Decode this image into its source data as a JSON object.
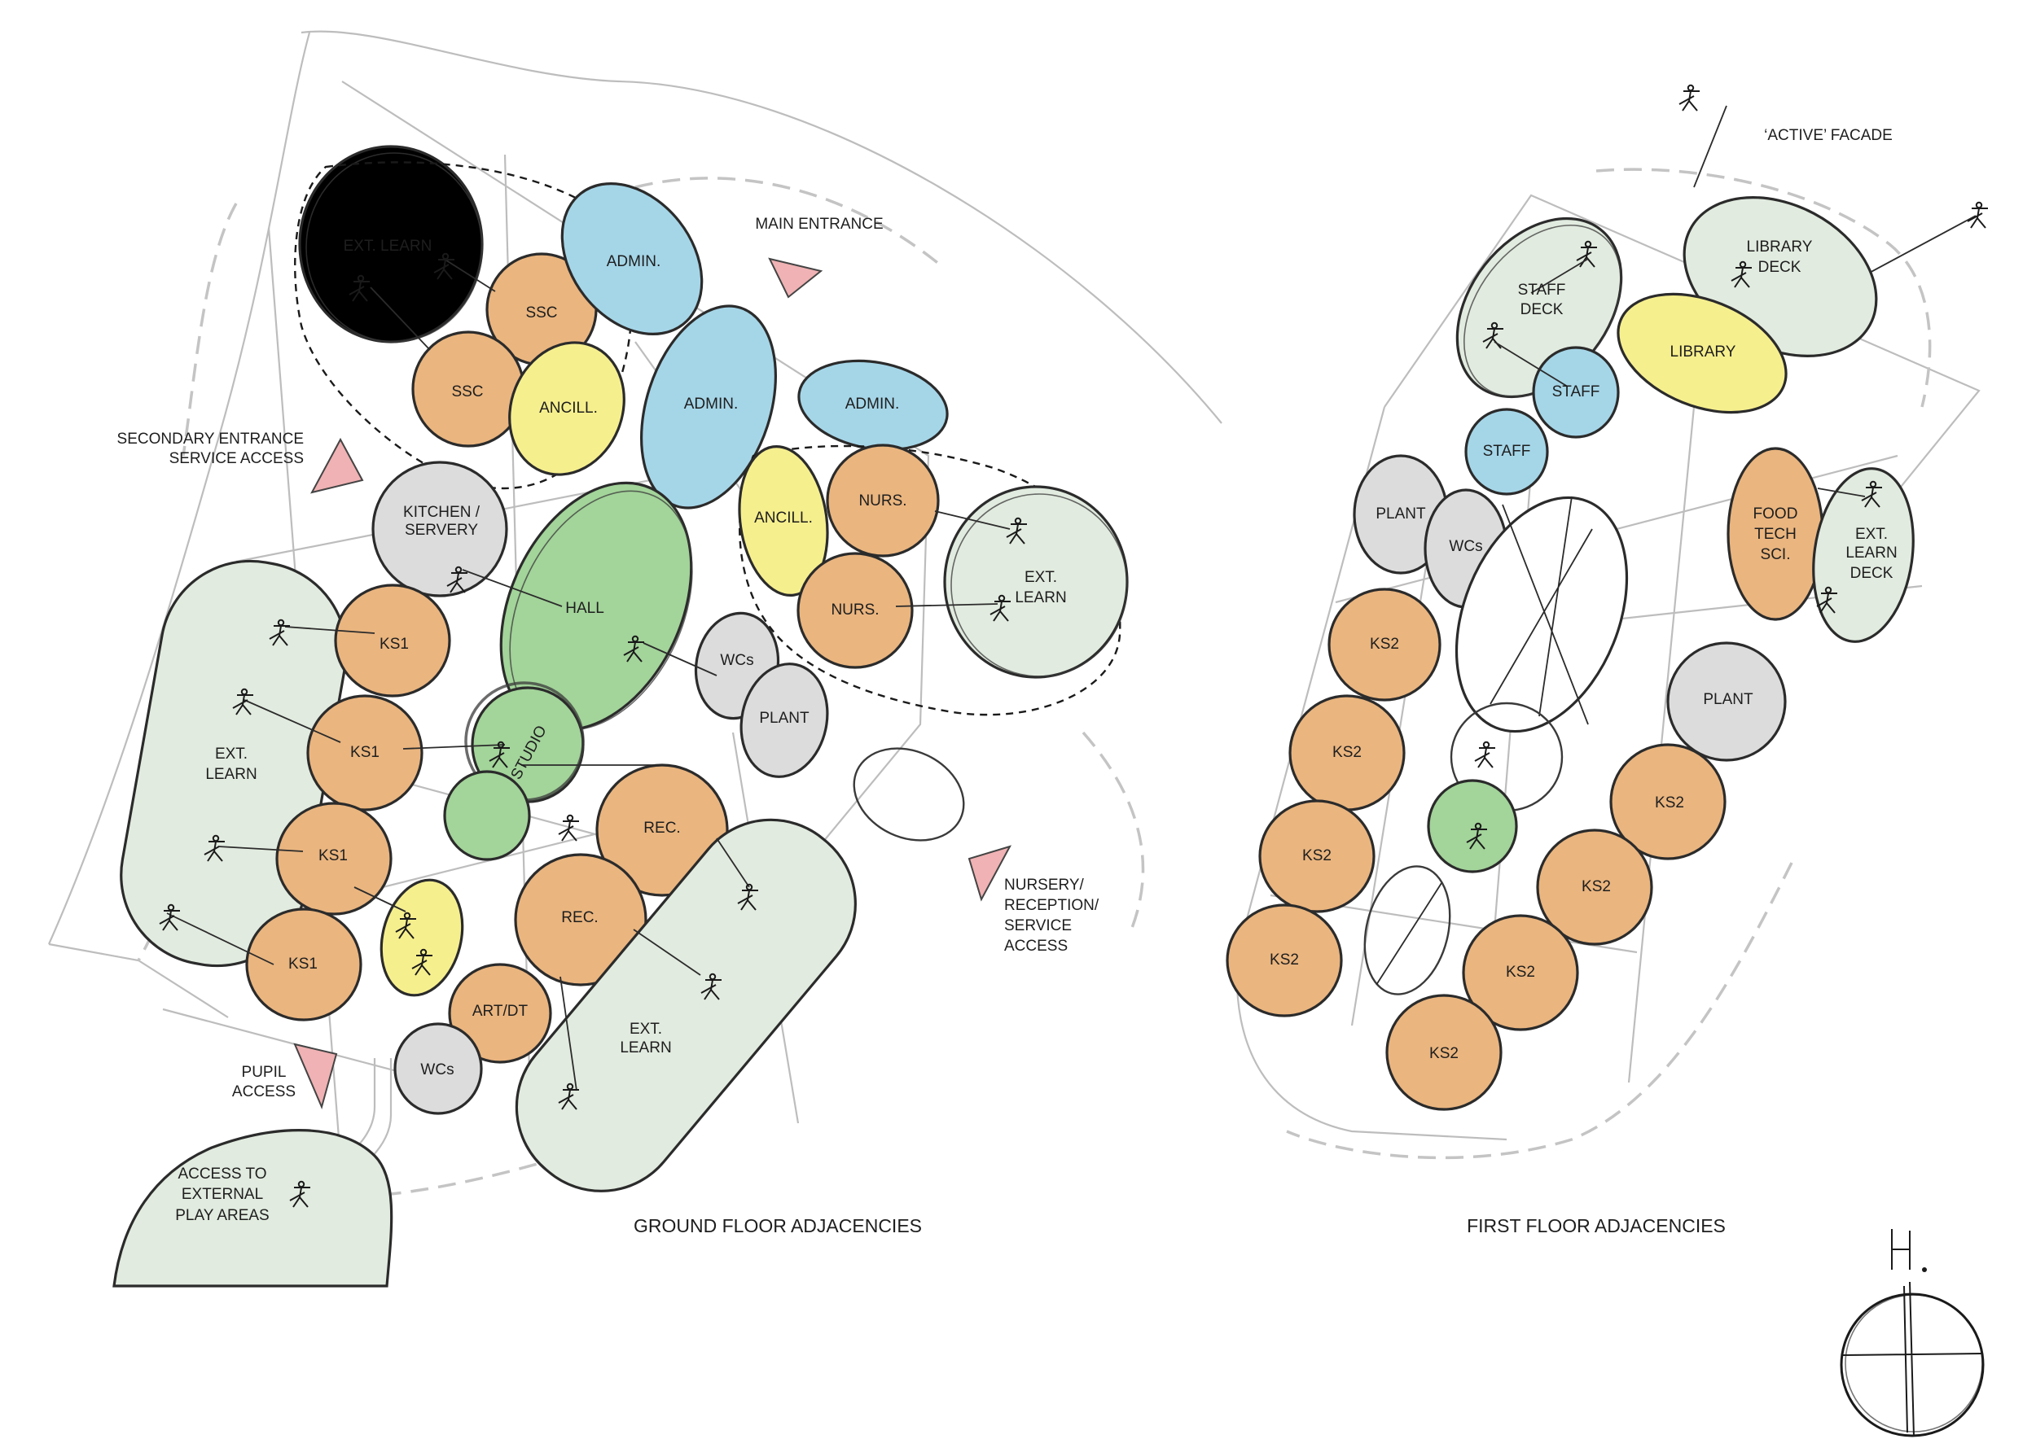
{
  "colors": {
    "teaching": "#eab57f",
    "admin": "#a5d6e8",
    "ancillary": "#f6ef8e",
    "service": "#dcdcdc",
    "hall": "#a3d49a",
    "external": "#e1ebdf",
    "arrow": "#f0b2b4"
  },
  "captions": {
    "ground": "GROUND FLOOR ADJACENCIES",
    "first": "FIRST FLOOR ADJACENCIES"
  },
  "annotations": {
    "main_entrance": "MAIN ENTRANCE",
    "secondary_entrance_1": "SECONDARY ENTRANCE",
    "secondary_entrance_2": "SERVICE ACCESS",
    "pupil_access_1": "PUPIL",
    "pupil_access_2": "ACCESS",
    "nursery_access_1": "NURSERY/",
    "nursery_access_2": "RECEPTION/",
    "nursery_access_3": "SERVICE",
    "nursery_access_4": "ACCESS",
    "active_facade": "‘ACTIVE’ FACADE",
    "play_areas_1": "ACCESS TO",
    "play_areas_2": "EXTERNAL",
    "play_areas_3": "PLAY AREAS"
  },
  "ground_floor": {
    "ext_learn_nw": "EXT. LEARN",
    "ssc_1": "SSC",
    "ssc_2": "SSC",
    "admin_1": "ADMIN.",
    "admin_2": "ADMIN.",
    "admin_3": "ADMIN.",
    "ancill_1": "ANCILL.",
    "ancill_2": "ANCILL.",
    "kitchen_1": "KITCHEN /",
    "kitchen_2": "SERVERY",
    "hall": "HALL",
    "studio": "STUDIO",
    "nurs_1": "NURS.",
    "nurs_2": "NURS.",
    "ext_learn_e_1": "EXT.",
    "ext_learn_e_2": "LEARN",
    "wcs_1": "WCs",
    "plant": "PLANT",
    "ext_learn_w_1": "EXT.",
    "ext_learn_w_2": "LEARN",
    "ks1_1": "KS1",
    "ks1_2": "KS1",
    "ks1_3": "KS1",
    "ks1_4": "KS1",
    "rec_1": "REC.",
    "rec_2": "REC.",
    "art": "ART/DT",
    "wcs_2": "WCs",
    "ext_learn_s_1": "EXT.",
    "ext_learn_s_2": "LEARN"
  },
  "first_floor": {
    "staff_deck_1": "STAFF",
    "staff_deck_2": "DECK",
    "library_deck_1": "LIBRARY",
    "library_deck_2": "DECK",
    "library": "LIBRARY",
    "staff_1": "STAFF",
    "staff_2": "STAFF",
    "plant_1": "PLANT",
    "wcs": "WCs",
    "food_1": "FOOD",
    "food_2": "TECH",
    "food_3": "SCI.",
    "ext_learn_deck_1": "EXT.",
    "ext_learn_deck_2": "LEARN",
    "ext_learn_deck_3": "DECK",
    "plant_2": "PLANT",
    "ks2_1": "KS2",
    "ks2_2": "KS2",
    "ks2_3": "KS2",
    "ks2_4": "KS2",
    "ks2_5": "KS2",
    "ks2_6": "KS2",
    "ks2_7": "KS2",
    "ks2_8": "KS2"
  },
  "north_arrow": "N"
}
